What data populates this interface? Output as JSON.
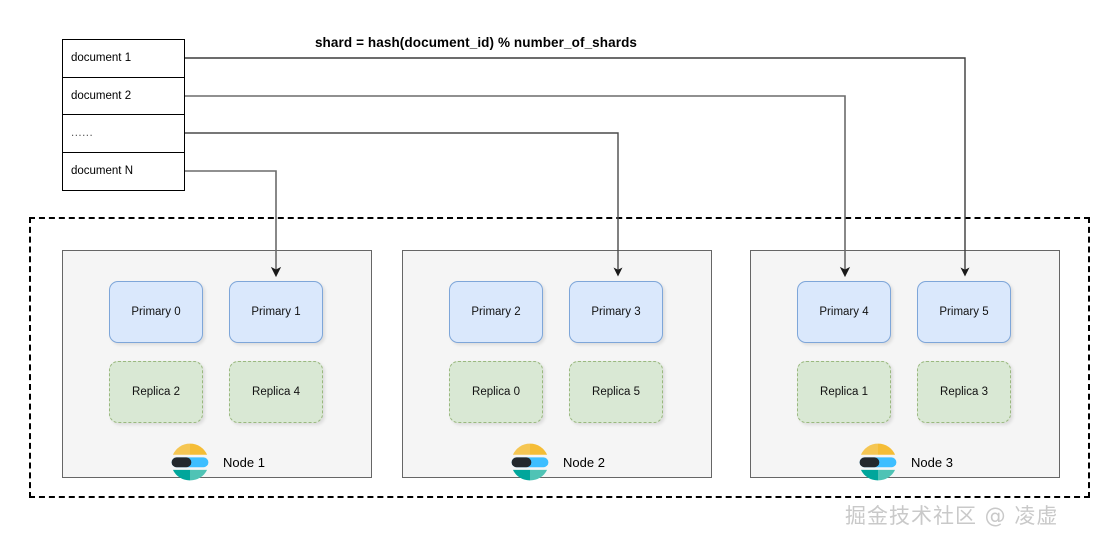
{
  "diagram": {
    "formula": "shard = hash(document_id) % number_of_shards",
    "watermark": "掘金技术社区 @ 凌虚"
  },
  "documents": {
    "rows": [
      {
        "label": "document 1"
      },
      {
        "label": "document 2"
      },
      {
        "label": "......"
      },
      {
        "label": "document N"
      }
    ]
  },
  "cluster": {
    "nodes": [
      {
        "name": "Node 1",
        "shards": [
          {
            "label": "Primary 0",
            "type": "primary"
          },
          {
            "label": "Primary 1",
            "type": "primary"
          },
          {
            "label": "Replica 2",
            "type": "replica"
          },
          {
            "label": "Replica 4",
            "type": "replica"
          }
        ]
      },
      {
        "name": "Node 2",
        "shards": [
          {
            "label": "Primary 2",
            "type": "primary"
          },
          {
            "label": "Primary 3",
            "type": "primary"
          },
          {
            "label": "Replica 0",
            "type": "replica"
          },
          {
            "label": "Replica 5",
            "type": "replica"
          }
        ]
      },
      {
        "name": "Node 3",
        "shards": [
          {
            "label": "Primary 4",
            "type": "primary"
          },
          {
            "label": "Primary 5",
            "type": "primary"
          },
          {
            "label": "Replica 1",
            "type": "replica"
          },
          {
            "label": "Replica 3",
            "type": "replica"
          }
        ]
      }
    ]
  },
  "routes": [
    {
      "from": "document 1",
      "to": "Primary 5"
    },
    {
      "from": "document 2",
      "to": "Primary 4"
    },
    {
      "from": "......",
      "to": "Primary 3"
    },
    {
      "from": "document N",
      "to": "Primary 1"
    }
  ],
  "colors": {
    "primary_fill": "#dae8fc",
    "primary_stroke": "#7ea6d9",
    "replica_fill": "#d9e8d4",
    "replica_stroke": "#9ab87f",
    "node_fill": "#f5f5f5",
    "node_stroke": "#666666",
    "wire": "#666666",
    "wire_dark": "#1a1a1a",
    "logo_yellow": "#f5bd36",
    "logo_blue": "#3ebeff",
    "logo_teal": "#00a69b",
    "logo_black": "#23282d",
    "watermark": "#c9c9c9"
  }
}
